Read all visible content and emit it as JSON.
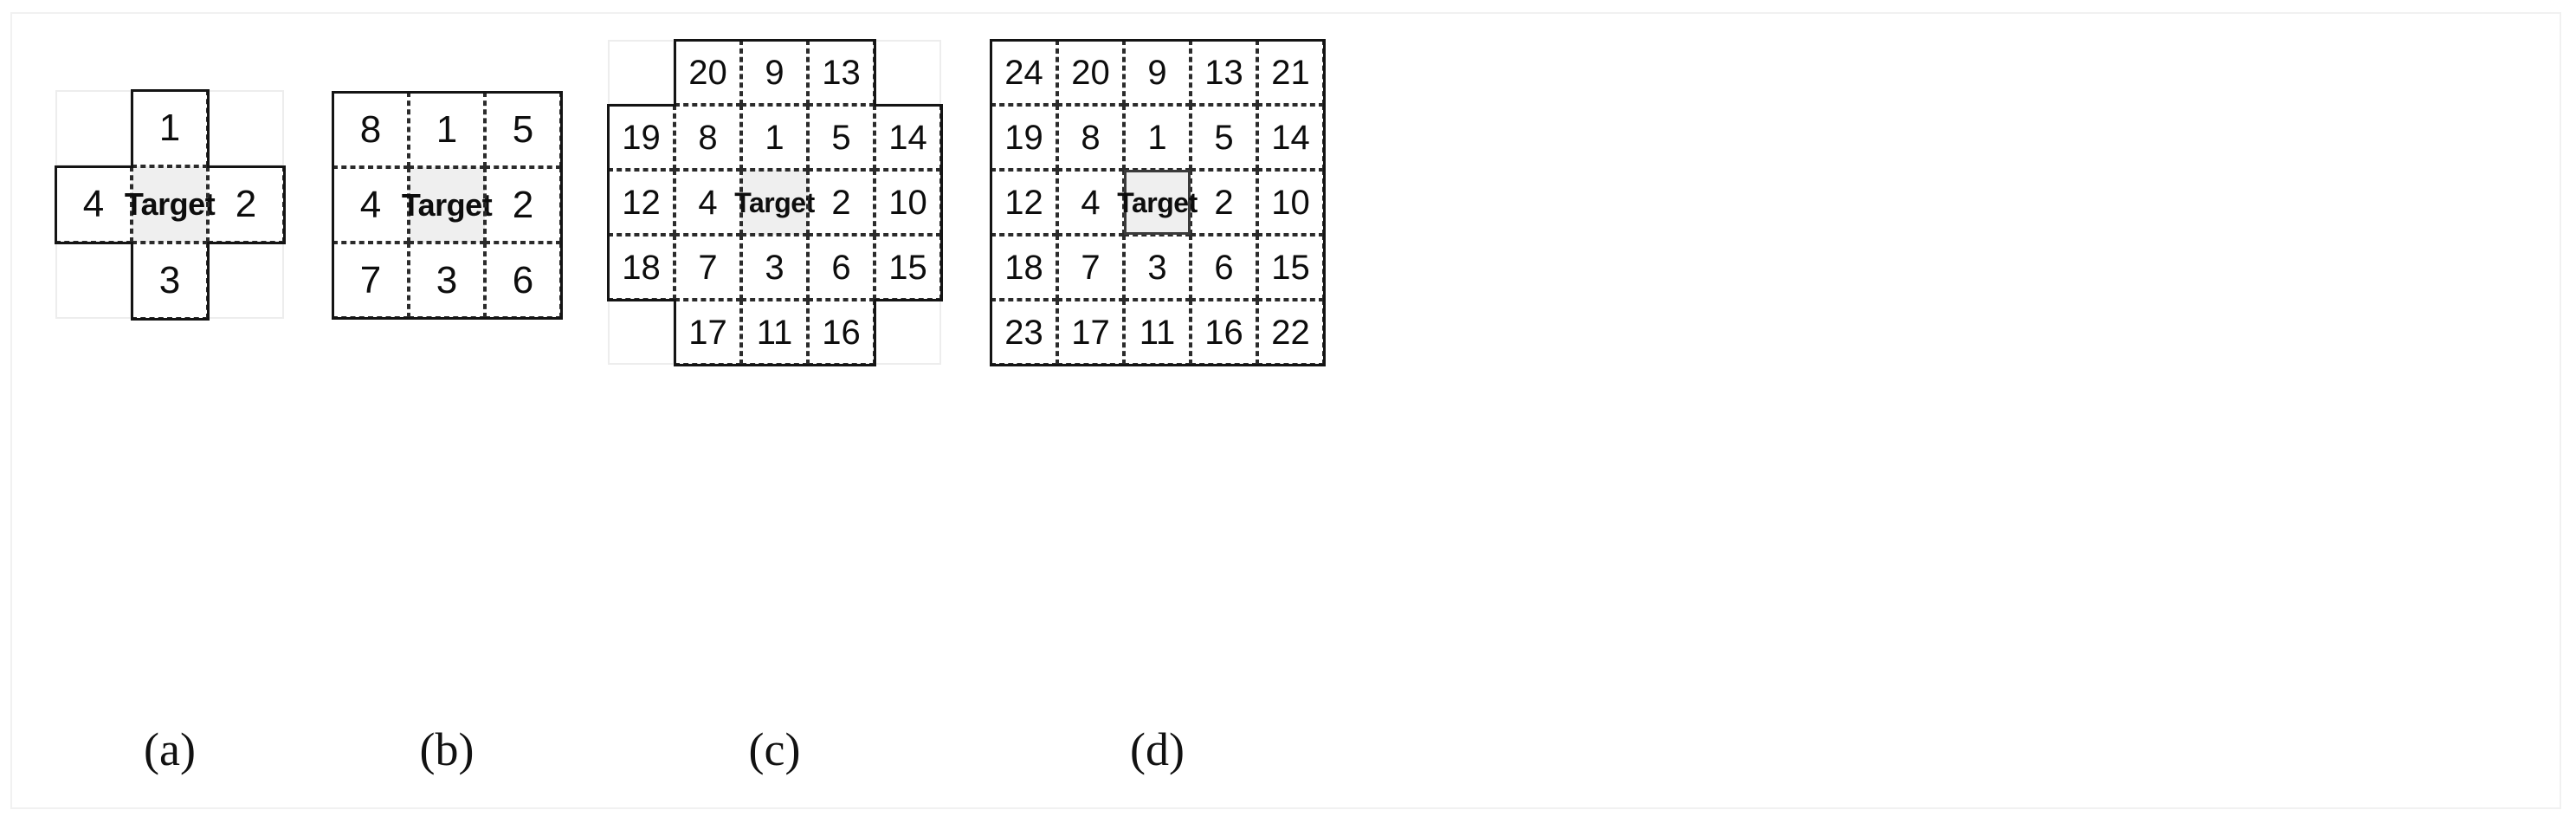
{
  "figure": {
    "background": "#ffffff",
    "frame_color": "#f1f1f1",
    "target_label": "Target",
    "target_fill": "#efefef",
    "faint_line_color": "#ededed",
    "dark_line_color": "#141414",
    "dashed_line_color": "#2b2b2b"
  },
  "panels": [
    {
      "id": "a",
      "caption": "(a)",
      "rows": 3,
      "cols": 3,
      "shape": "cross",
      "target_border": "dashed",
      "cells": [
        [
          "",
          "1",
          ""
        ],
        [
          "4",
          "Target",
          "2"
        ],
        [
          "",
          "3",
          ""
        ]
      ],
      "neighborhood": [
        [
          false,
          true,
          false
        ],
        [
          true,
          true,
          true
        ],
        [
          false,
          true,
          false
        ]
      ]
    },
    {
      "id": "b",
      "caption": "(b)",
      "rows": 3,
      "cols": 3,
      "shape": "square",
      "target_border": "dashed",
      "cells": [
        [
          "8",
          "1",
          "5"
        ],
        [
          "4",
          "Target",
          "2"
        ],
        [
          "7",
          "3",
          "6"
        ]
      ],
      "neighborhood": [
        [
          true,
          true,
          true
        ],
        [
          true,
          true,
          true
        ],
        [
          true,
          true,
          true
        ]
      ]
    },
    {
      "id": "c",
      "caption": "(c)",
      "rows": 5,
      "cols": 5,
      "shape": "cross",
      "target_border": "dashed",
      "cells": [
        [
          "",
          "20",
          "9",
          "13",
          ""
        ],
        [
          "19",
          "8",
          "1",
          "5",
          "14"
        ],
        [
          "12",
          "4",
          "Target",
          "2",
          "10"
        ],
        [
          "18",
          "7",
          "3",
          "6",
          "15"
        ],
        [
          "",
          "17",
          "11",
          "16",
          ""
        ]
      ],
      "neighborhood": [
        [
          false,
          true,
          true,
          true,
          false
        ],
        [
          true,
          true,
          true,
          true,
          true
        ],
        [
          true,
          true,
          true,
          true,
          true
        ],
        [
          true,
          true,
          true,
          true,
          true
        ],
        [
          false,
          true,
          true,
          true,
          false
        ]
      ]
    },
    {
      "id": "d",
      "caption": "(d)",
      "rows": 5,
      "cols": 5,
      "shape": "square",
      "target_border": "solid",
      "cells": [
        [
          "24",
          "20",
          "9",
          "13",
          "21"
        ],
        [
          "19",
          "8",
          "1",
          "5",
          "14"
        ],
        [
          "12",
          "4",
          "Target",
          "2",
          "10"
        ],
        [
          "18",
          "7",
          "3",
          "6",
          "15"
        ],
        [
          "23",
          "17",
          "11",
          "16",
          "22"
        ]
      ],
      "neighborhood": [
        [
          true,
          true,
          true,
          true,
          true
        ],
        [
          true,
          true,
          true,
          true,
          true
        ],
        [
          true,
          true,
          true,
          true,
          true
        ],
        [
          true,
          true,
          true,
          true,
          true
        ],
        [
          true,
          true,
          true,
          true,
          true
        ]
      ]
    }
  ]
}
